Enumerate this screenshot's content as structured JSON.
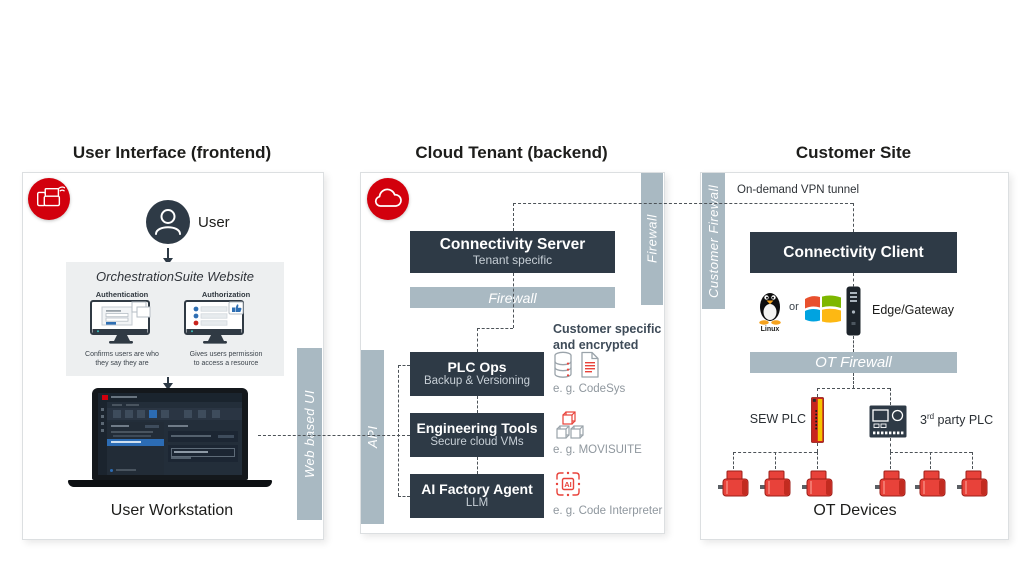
{
  "colors": {
    "accent_red": "#d2000d",
    "dark_slate": "#2e3a46",
    "bar_gray": "#a9b9c2"
  },
  "frontend": {
    "title": "User Interface (frontend)",
    "user_label": "User",
    "website_title": "OrchestrationSuite Website",
    "auth_label": "Authentication",
    "auth_caption": "Confirms users are who\nthey say they are",
    "authz_label": "Authorization",
    "authz_caption": "Gives users permission\nto access a resource",
    "workstation_label": "User Workstation",
    "web_ui_bar": "Web based UI"
  },
  "backend": {
    "title": "Cloud Tenant (backend)",
    "server_title": "Connectivity Server",
    "server_subtitle": "Tenant specific",
    "firewall_horizontal": "Firewall",
    "firewall_vertical": "Firewall",
    "api_bar": "API",
    "encrypted_note": "Customer specific\nand encrypted",
    "services": [
      {
        "title": "PLC Ops",
        "subtitle": "Backup & Versioning",
        "example": "e. g. CodeSys"
      },
      {
        "title": "Engineering Tools",
        "subtitle": "Secure cloud VMs",
        "example": "e. g. MOVISUITE"
      },
      {
        "title": "AI Factory Agent",
        "subtitle": "LLM",
        "example": "e. g. Code Interpreter"
      }
    ]
  },
  "customer": {
    "title": "Customer Site",
    "firewall_bar": "Customer Firewall",
    "vpn_label": "On-demand VPN tunnel",
    "client_title": "Connectivity Client",
    "linux_label": "Linux",
    "or_label": "or",
    "edge_label": "Edge/Gateway",
    "ot_firewall": "OT Firewall",
    "sew_plc": "SEW PLC",
    "third_party_num": "3",
    "third_party_sup": "rd",
    "third_party_rest": " party PLC",
    "ot_devices": "OT Devices"
  },
  "icons": {
    "ai_chip_text": "AI"
  }
}
